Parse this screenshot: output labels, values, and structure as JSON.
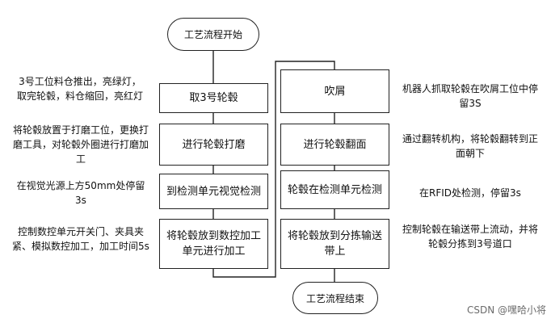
{
  "start_label": "工艺流程开始",
  "end_label": "工艺流程结束",
  "left_steps": [
    "取3号轮毂",
    "进行轮毂打磨",
    "到检测单元视觉检测",
    "将轮毂放到数控加工单元进行加工"
  ],
  "right_steps": [
    "吹屑",
    "进行轮毂翻面",
    "轮毂在检测单元检测",
    "将轮毂放到分拣输送带上"
  ],
  "left_notes": [
    "3号工位料仓推出，亮绿灯，取完轮毂，料仓缩回，亮红灯",
    "将轮毂放置于打磨工位，更换打磨工具，对轮毂外圈进行打磨加工",
    "在视觉光源上方50mm处停留3s",
    "控制数控单元开关门、夹具夹紧、模拟数控加工，加工时间5s"
  ],
  "right_notes": [
    "机器人抓取轮毂在吹屑工位中停留3S",
    "通过翻转机构，将轮毂翻转到正面朝下",
    "在RFID处检测，停留3s",
    "控制轮毂在输送带上流动，并将轮毂分拣到3号道口"
  ],
  "watermark": "CSDN @嘿哈小将"
}
